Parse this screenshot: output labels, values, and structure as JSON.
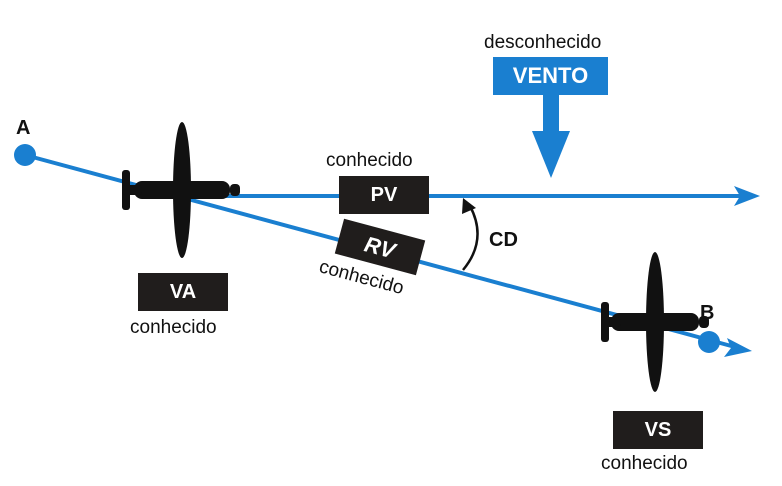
{
  "colors": {
    "route": "#1a7fd0",
    "box": "#201d1c",
    "aircraft": "#111111",
    "text": "#111111"
  },
  "wind": {
    "status": "desconhecido",
    "label": "VENTO"
  },
  "points": {
    "start": "A",
    "end": "B"
  },
  "pv": {
    "status": "conhecido",
    "label": "PV"
  },
  "rv": {
    "status": "conhecido",
    "label": "RV"
  },
  "va": {
    "status": "conhecido",
    "label": "VA"
  },
  "vs": {
    "status": "conhecido",
    "label": "VS"
  },
  "angle": {
    "label": "CD"
  },
  "icons": [
    "aircraft-icon",
    "wind-arrow-icon",
    "angle-arc-icon"
  ]
}
